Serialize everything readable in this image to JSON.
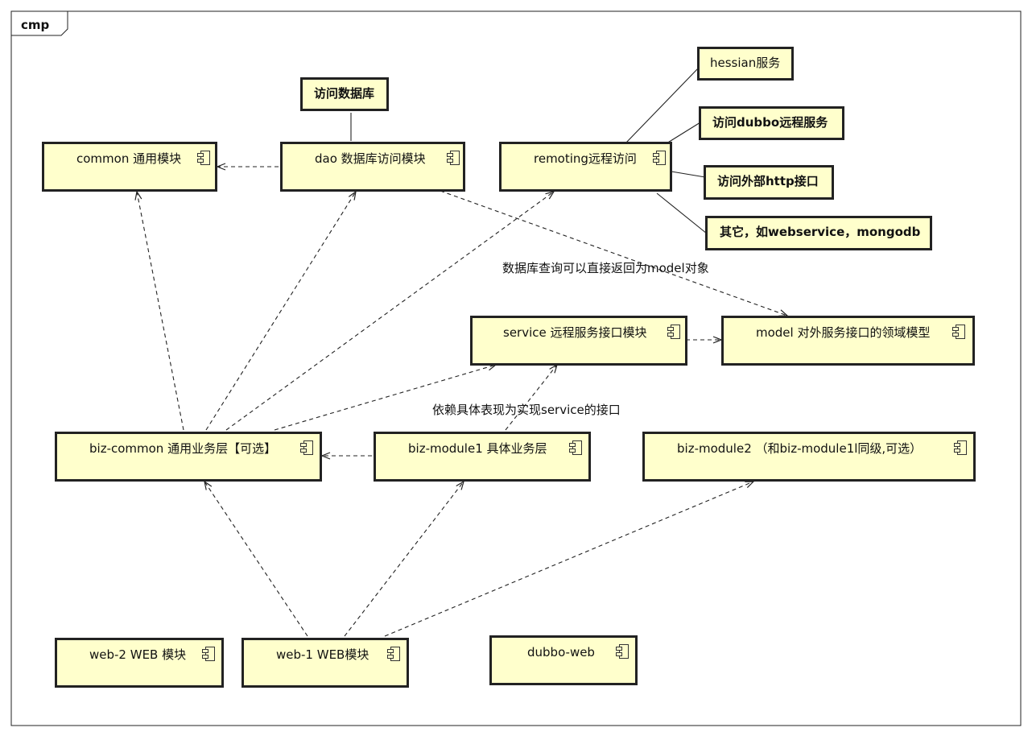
{
  "frame": {
    "label": "cmp"
  },
  "components": {
    "common": "common 通用模块",
    "dao": "dao 数据库访问模块",
    "remoting": "remoting远程访问",
    "service": "service 远程服务接口模块",
    "model": "model 对外服务接口的领域模型",
    "biz_common": "biz-common 通用业务层【可选】",
    "biz_module1": "biz-module1 具体业务层",
    "biz_module2": "biz-module2 （和biz-module1l同级,可选）",
    "web2": "web-2 WEB 模块",
    "web1": "web-1 WEB模块",
    "dubbo_web": "dubbo-web"
  },
  "notes": {
    "db_access": "访问数据库",
    "hessian": "hessian服务",
    "dubbo_remote": "访问dubbo远程服务",
    "http_api": "访问外部http接口",
    "other": "其它，如webservice，mongodb"
  },
  "edge_labels": {
    "dao_model": "数据库查询可以直接返回为model对象",
    "impl_service": "依赖具体表现为实现service的接口"
  },
  "colors": {
    "component_fill": "#ffffcc",
    "border": "#222222"
  },
  "icons": {
    "component": "uml-component-icon"
  }
}
